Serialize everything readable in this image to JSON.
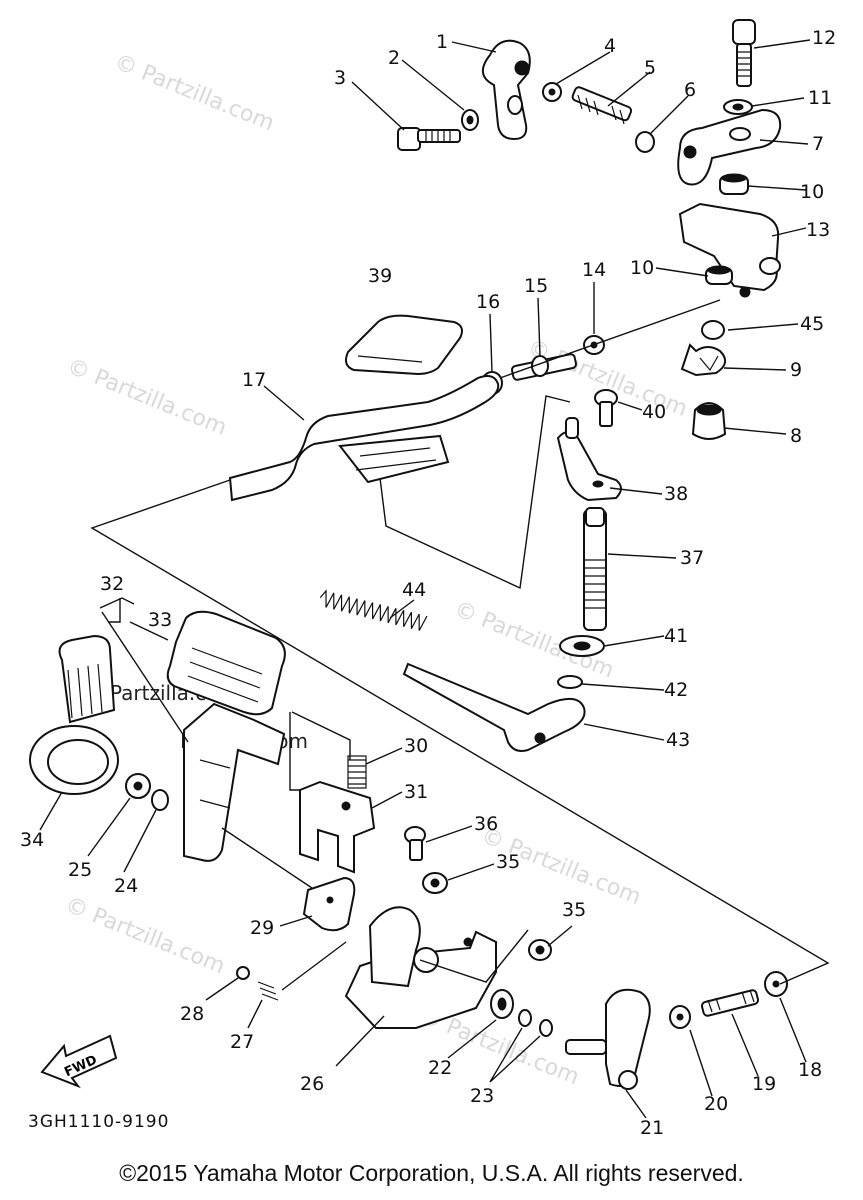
{
  "callouts": [
    "1",
    "2",
    "3",
    "4",
    "5",
    "6",
    "7",
    "8",
    "9",
    "10",
    "10",
    "11",
    "12",
    "13",
    "14",
    "15",
    "16",
    "17",
    "18",
    "19",
    "20",
    "21",
    "22",
    "23",
    "24",
    "25",
    "26",
    "27",
    "28",
    "29",
    "30",
    "31",
    "32",
    "33",
    "34",
    "35",
    "35",
    "36",
    "37",
    "38",
    "39",
    "40",
    "41",
    "42",
    "43",
    "44",
    "45"
  ],
  "watermark": "© Partzilla.com",
  "watermark_bold": "Partzilla.com",
  "fwd_label": "FWD",
  "drawing_code": "3GH1110-9190",
  "copyright": "©2015 Yamaha Motor Corporation, U.S.A. All rights reserved."
}
